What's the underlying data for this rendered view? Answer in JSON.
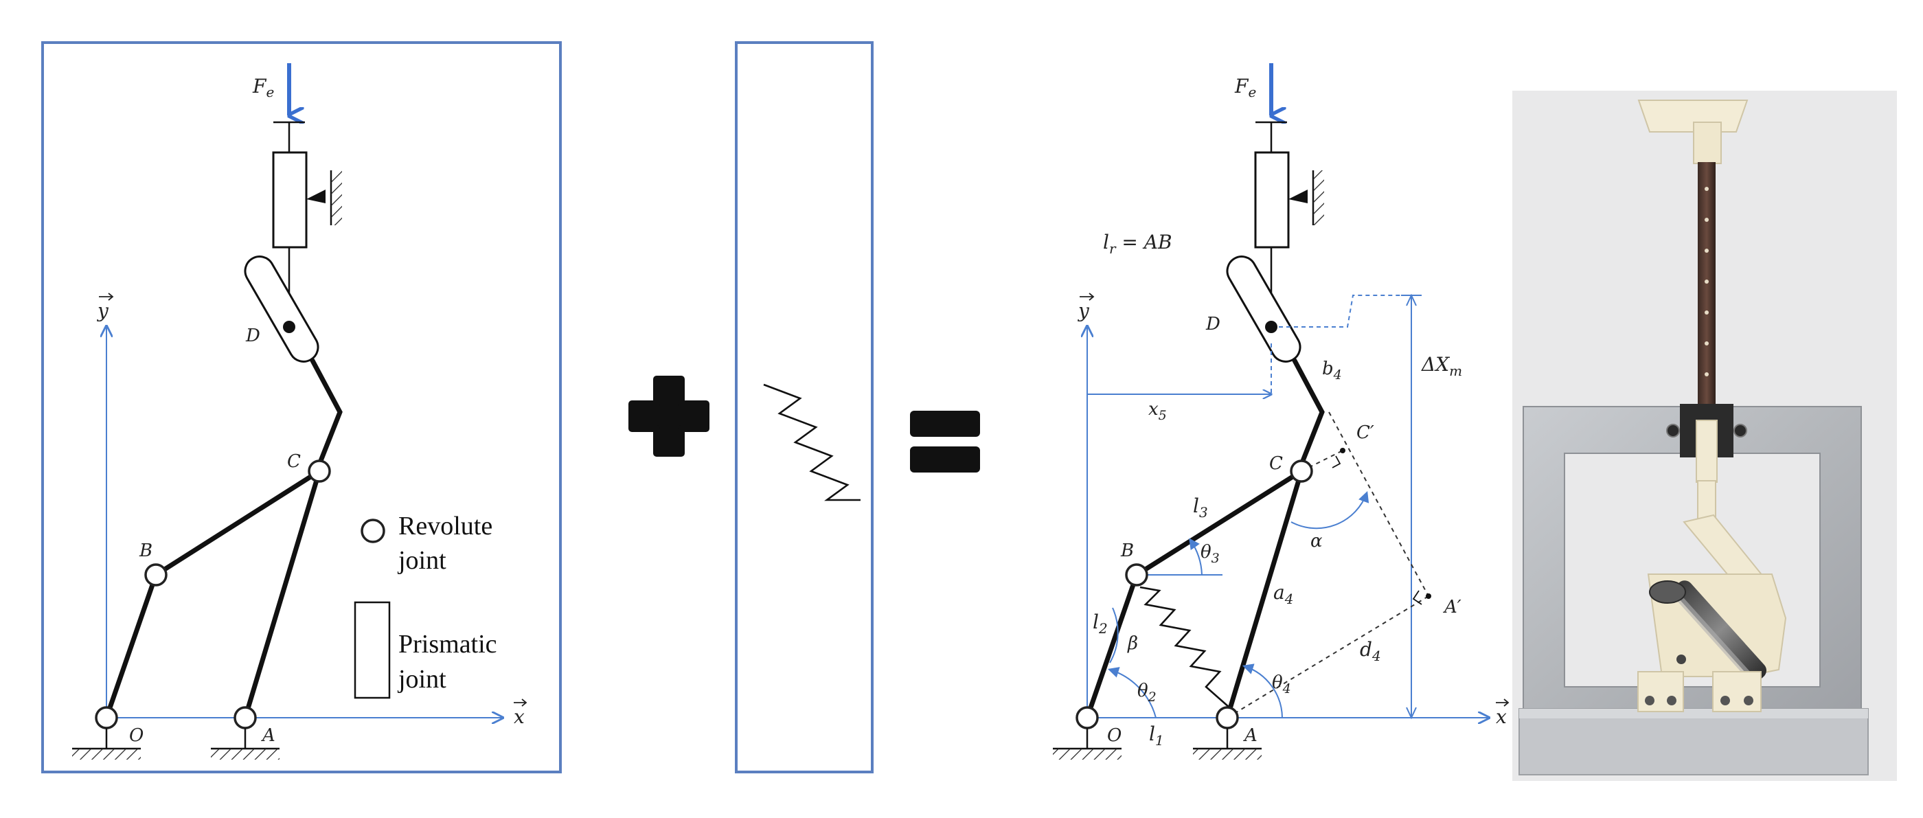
{
  "colors": {
    "frame": "#5b7fc0",
    "axis": "#4a7fd0",
    "force_arrow": "#3a6fd0",
    "link": "#111111",
    "photo_background": "#e9e9ea",
    "aluminum": "#b9bcc0",
    "plastic": "#f1ead3"
  },
  "left_panel": {
    "force_label": "F",
    "force_subscript": "e",
    "y_axis_label": "y",
    "x_axis_label": "x",
    "point_D": "D",
    "point_C": "C",
    "point_B": "B",
    "point_O": "O",
    "point_A": "A",
    "legend": {
      "revolute_line1": "Revolute",
      "revolute_line2": "joint",
      "prismatic_line1": "Prismatic",
      "prismatic_line2": "joint"
    }
  },
  "operators": {
    "plus": "+",
    "equals": "="
  },
  "right_panel": {
    "force_label": "F",
    "force_subscript": "e",
    "lr_def": "l",
    "lr_sub": "r",
    "lr_eq": " = AB",
    "y_axis_label": "y",
    "x_axis_label": "x",
    "point_D": "D",
    "point_C": "C",
    "point_Cprime": "C′",
    "point_B": "B",
    "point_Aprime": "A′",
    "point_O": "O",
    "point_A": "A",
    "dx_label": "ΔX",
    "dx_sub": "m",
    "x5_label": "x",
    "x5_sub": "5",
    "b4_label": "b",
    "b4_sub": "4",
    "l3_label": "l",
    "l3_sub": "3",
    "theta3_label": "θ",
    "theta3_sub": "3",
    "alpha_label": "α",
    "a4_label": "a",
    "a4_sub": "4",
    "d4_label": "d",
    "d4_sub": "4",
    "l2_label": "l",
    "l2_sub": "2",
    "beta_label": "β",
    "theta2_label": "θ",
    "theta2_sub": "2",
    "theta4_label": "θ",
    "theta4_sub": "4",
    "l1_label": "l",
    "l1_sub": "1"
  },
  "photo": {
    "icon": "prototype-photo"
  }
}
